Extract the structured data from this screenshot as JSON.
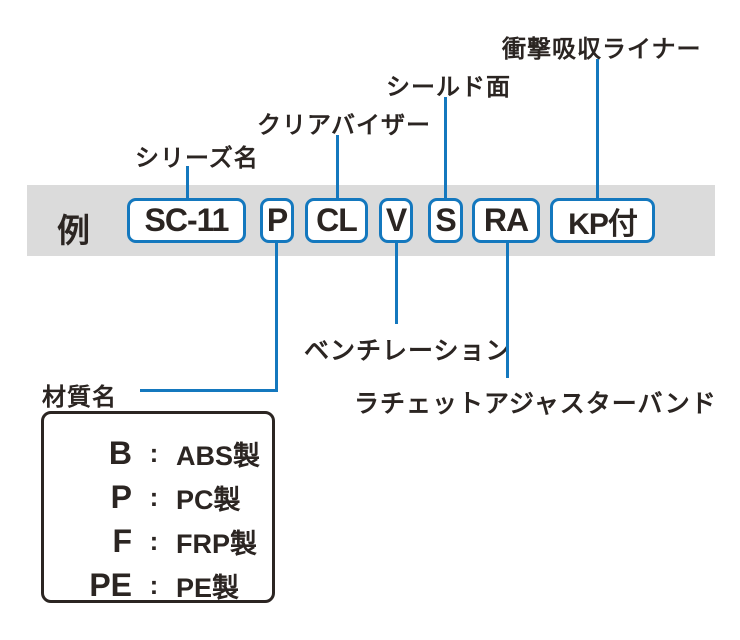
{
  "colors": {
    "accent_blue": "#1478be",
    "band_gray": "#dbdbdb",
    "text_dark": "#2b2522"
  },
  "diagram": {
    "example_label": "例",
    "boxes": [
      {
        "code": "SC-11"
      },
      {
        "code": "P"
      },
      {
        "code": "CL"
      },
      {
        "code": "V"
      },
      {
        "code": "S"
      },
      {
        "code": "RA"
      },
      {
        "code": "KP付"
      }
    ],
    "labels": {
      "series": "シリーズ名",
      "clear_visor": "クリアバイザー",
      "shield": "シールド面",
      "shock_liner": "衝撃吸収ライナー",
      "ventilation": "ベンチレーション",
      "ratchet_band": "ラチェットアジャスターバンド",
      "material": "材質名"
    }
  },
  "material_table": {
    "rows": [
      {
        "key": "B",
        "sep": ":",
        "value": "ABS製"
      },
      {
        "key": "P",
        "sep": ":",
        "value": "PC製"
      },
      {
        "key": "F",
        "sep": ":",
        "value": "FRP製"
      },
      {
        "key": "PE",
        "sep": ":",
        "value": "PE製"
      }
    ]
  }
}
